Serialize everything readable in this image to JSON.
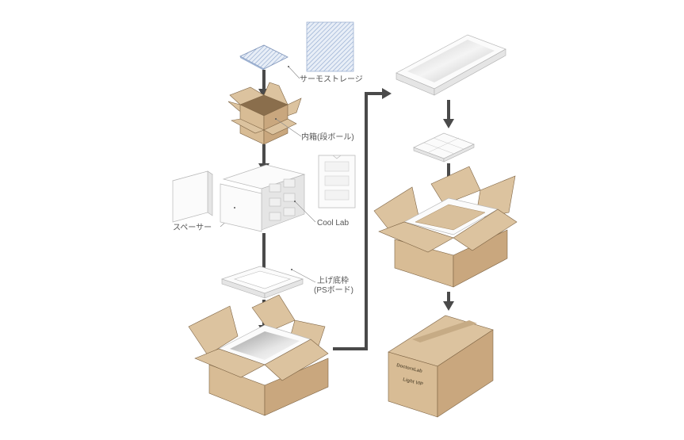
{
  "labels": {
    "thermo_storage": "サーモストレージ",
    "inner_box": "内箱(段ボール)",
    "spacer": "スペーサー",
    "cool_lab": "Cool Lab",
    "raised_frame_line1": "上げ底枠",
    "raised_frame_line2": "(PSボード)"
  },
  "final_box_print": {
    "line1": "DoctorsLab",
    "line2": "Light VIP"
  },
  "colors": {
    "cardboard": "#d8bc95",
    "cardboard_dark": "#8a6e4c",
    "foam": "#fbfbfb",
    "arrow": "#4a4a4a"
  }
}
